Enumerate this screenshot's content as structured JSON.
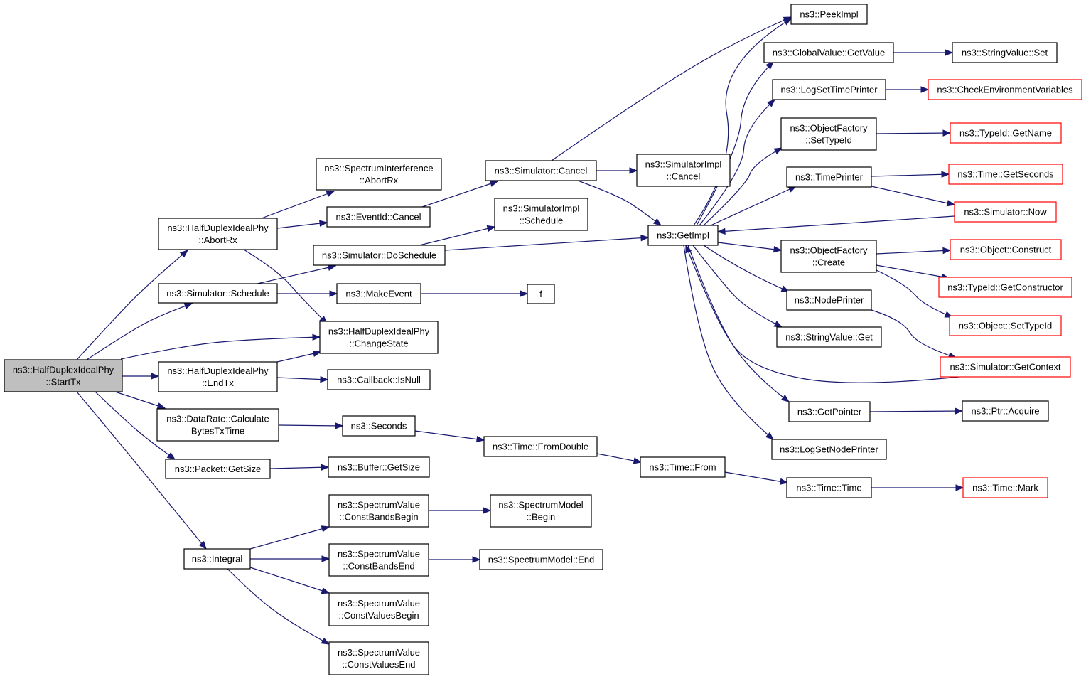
{
  "colors": {
    "edge": "#191970",
    "node_border": "#000000",
    "external_node_border": "#ff0000",
    "root_fill": "#bfbfbf",
    "node_fill": "#ffffff"
  },
  "nodes": {
    "root": {
      "lines": [
        "ns3::HalfDuplexIdealPhy",
        "::StartTx"
      ]
    },
    "abortRx": {
      "lines": [
        "ns3::HalfDuplexIdealPhy",
        "::AbortRx"
      ]
    },
    "schedule": {
      "lines": [
        "ns3::Simulator::Schedule"
      ]
    },
    "endTx": {
      "lines": [
        "ns3::HalfDuplexIdealPhy",
        "::EndTx"
      ]
    },
    "dataRate": {
      "lines": [
        "ns3::DataRate::Calculate",
        "BytesTxTime"
      ]
    },
    "packetGetSize": {
      "lines": [
        "ns3::Packet::GetSize"
      ]
    },
    "integral": {
      "lines": [
        "ns3::Integral"
      ]
    },
    "siAbortRx": {
      "lines": [
        "ns3::SpectrumInterference",
        "::AbortRx"
      ]
    },
    "eventIdCancel": {
      "lines": [
        "ns3::EventId::Cancel"
      ]
    },
    "doSchedule": {
      "lines": [
        "ns3::Simulator::DoSchedule"
      ]
    },
    "makeEvent": {
      "lines": [
        "ns3::MakeEvent"
      ]
    },
    "changeState": {
      "lines": [
        "ns3::HalfDuplexIdealPhy",
        "::ChangeState"
      ]
    },
    "isNull": {
      "lines": [
        "ns3::Callback::IsNull"
      ]
    },
    "seconds": {
      "lines": [
        "ns3::Seconds"
      ]
    },
    "bufferGetSize": {
      "lines": [
        "ns3::Buffer::GetSize"
      ]
    },
    "cbBegin": {
      "lines": [
        "ns3::SpectrumValue",
        "::ConstBandsBegin"
      ]
    },
    "cbEnd": {
      "lines": [
        "ns3::SpectrumValue",
        "::ConstBandsEnd"
      ]
    },
    "cvBegin": {
      "lines": [
        "ns3::SpectrumValue",
        "::ConstValuesBegin"
      ]
    },
    "cvEnd": {
      "lines": [
        "ns3::SpectrumValue",
        "::ConstValuesEnd"
      ]
    },
    "simCancel": {
      "lines": [
        "ns3::Simulator::Cancel"
      ]
    },
    "simImplSchedule": {
      "lines": [
        "ns3::SimulatorImpl",
        "::Schedule"
      ]
    },
    "f": {
      "lines": [
        "f"
      ]
    },
    "fromDouble": {
      "lines": [
        "ns3::Time::FromDouble"
      ]
    },
    "smBegin": {
      "lines": [
        "ns3::SpectrumModel",
        "::Begin"
      ]
    },
    "smEnd": {
      "lines": [
        "ns3::SpectrumModel::End"
      ]
    },
    "simImplCancel": {
      "lines": [
        "ns3::SimulatorImpl",
        "::Cancel"
      ]
    },
    "getImpl": {
      "lines": [
        "ns3::GetImpl"
      ]
    },
    "timeFrom": {
      "lines": [
        "ns3::Time::From"
      ]
    },
    "peekImpl": {
      "lines": [
        "ns3::PeekImpl"
      ]
    },
    "gvGetValue": {
      "lines": [
        "ns3::GlobalValue::GetValue"
      ]
    },
    "logSetTimePrinter": {
      "lines": [
        "ns3::LogSetTimePrinter"
      ]
    },
    "ofSetTypeId": {
      "lines": [
        "ns3::ObjectFactory",
        "::SetTypeId"
      ]
    },
    "timePrinter": {
      "lines": [
        "ns3::TimePrinter"
      ]
    },
    "ofCreate": {
      "lines": [
        "ns3::ObjectFactory",
        "::Create"
      ]
    },
    "nodePrinter": {
      "lines": [
        "ns3::NodePrinter"
      ]
    },
    "svGet": {
      "lines": [
        "ns3::StringValue::Get"
      ]
    },
    "getPointer": {
      "lines": [
        "ns3::GetPointer"
      ]
    },
    "logSetNodePrinter": {
      "lines": [
        "ns3::LogSetNodePrinter"
      ]
    },
    "timeTime": {
      "lines": [
        "ns3::Time::Time"
      ]
    },
    "svSet": {
      "lines": [
        "ns3::StringValue::Set"
      ]
    },
    "checkEnv": {
      "lines": [
        "ns3::CheckEnvironmentVariables"
      ]
    },
    "typeIdGetName": {
      "lines": [
        "ns3::TypeId::GetName"
      ]
    },
    "timeGetSeconds": {
      "lines": [
        "ns3::Time::GetSeconds"
      ]
    },
    "simNow": {
      "lines": [
        "ns3::Simulator::Now"
      ]
    },
    "objConstruct": {
      "lines": [
        "ns3::Object::Construct"
      ]
    },
    "typeIdGetConstructor": {
      "lines": [
        "ns3::TypeId::GetConstructor"
      ]
    },
    "objSetTypeId": {
      "lines": [
        "ns3::Object::SetTypeId"
      ]
    },
    "simGetContext": {
      "lines": [
        "ns3::Simulator::GetContext"
      ]
    },
    "ptrAcquire": {
      "lines": [
        "ns3::Ptr::Acquire"
      ]
    },
    "timeMark": {
      "lines": [
        "ns3::Time::Mark"
      ]
    }
  },
  "edges": [
    [
      "root",
      "abortRx"
    ],
    [
      "root",
      "schedule"
    ],
    [
      "root",
      "changeState"
    ],
    [
      "root",
      "endTx"
    ],
    [
      "root",
      "dataRate"
    ],
    [
      "root",
      "packetGetSize"
    ],
    [
      "root",
      "integral"
    ],
    [
      "abortRx",
      "siAbortRx"
    ],
    [
      "abortRx",
      "eventIdCancel"
    ],
    [
      "abortRx",
      "changeState"
    ],
    [
      "schedule",
      "doSchedule"
    ],
    [
      "schedule",
      "makeEvent"
    ],
    [
      "endTx",
      "changeState"
    ],
    [
      "endTx",
      "isNull"
    ],
    [
      "dataRate",
      "seconds"
    ],
    [
      "packetGetSize",
      "bufferGetSize"
    ],
    [
      "integral",
      "cbBegin"
    ],
    [
      "integral",
      "cbEnd"
    ],
    [
      "integral",
      "cvBegin"
    ],
    [
      "integral",
      "cvEnd"
    ],
    [
      "eventIdCancel",
      "simCancel"
    ],
    [
      "doSchedule",
      "simImplSchedule"
    ],
    [
      "doSchedule",
      "getImpl"
    ],
    [
      "makeEvent",
      "f"
    ],
    [
      "seconds",
      "fromDouble"
    ],
    [
      "cbBegin",
      "smBegin"
    ],
    [
      "cbEnd",
      "smEnd"
    ],
    [
      "simCancel",
      "peekImpl"
    ],
    [
      "simCancel",
      "simImplCancel"
    ],
    [
      "simCancel",
      "getImpl"
    ],
    [
      "fromDouble",
      "timeFrom"
    ],
    [
      "timeFrom",
      "timeTime"
    ],
    [
      "getImpl",
      "peekImpl"
    ],
    [
      "getImpl",
      "gvGetValue"
    ],
    [
      "getImpl",
      "logSetTimePrinter"
    ],
    [
      "getImpl",
      "ofSetTypeId"
    ],
    [
      "getImpl",
      "timePrinter"
    ],
    [
      "getImpl",
      "ofCreate"
    ],
    [
      "getImpl",
      "nodePrinter"
    ],
    [
      "getImpl",
      "svGet"
    ],
    [
      "getImpl",
      "getPointer"
    ],
    [
      "getImpl",
      "logSetNodePrinter"
    ],
    [
      "gvGetValue",
      "svSet"
    ],
    [
      "logSetTimePrinter",
      "checkEnv"
    ],
    [
      "ofSetTypeId",
      "typeIdGetName"
    ],
    [
      "timePrinter",
      "timeGetSeconds"
    ],
    [
      "timePrinter",
      "simNow"
    ],
    [
      "simNow",
      "getImpl"
    ],
    [
      "ofCreate",
      "objConstruct"
    ],
    [
      "ofCreate",
      "typeIdGetConstructor"
    ],
    [
      "ofCreate",
      "objSetTypeId"
    ],
    [
      "nodePrinter",
      "simGetContext"
    ],
    [
      "simGetContext",
      "getImpl"
    ],
    [
      "getPointer",
      "ptrAcquire"
    ],
    [
      "timeTime",
      "timeMark"
    ]
  ]
}
